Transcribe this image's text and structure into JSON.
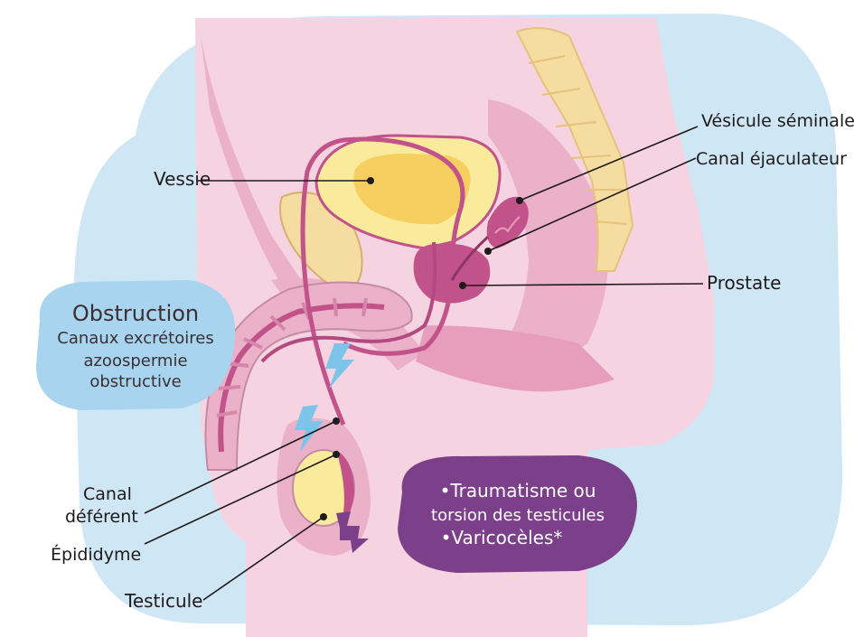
{
  "labels": {
    "vessie": "Vessie",
    "vesicule_seminale": "Vésicule séminale",
    "canal_ejaculateur": "Canal éjaculateur",
    "prostate": "Prostate",
    "canal_deferent_line1": "Canal",
    "canal_deferent_line2": "déférent",
    "epididyme": "Épididyme",
    "testicule": "Testicule"
  },
  "obstruction_bubble": {
    "line1": "Obstruction",
    "line2": "Canaux excrétoires",
    "line3": "azoospermie",
    "line4": "obstructive"
  },
  "causes_bubble": {
    "line1": "•Traumatisme ou",
    "line2": "torsion des testicules",
    "line3": "•Varicocèles*"
  },
  "colors": {
    "background_blue": "#cfe6f4",
    "skin_pink": "#f6d3e0",
    "tissue_pink": "#eab1c9",
    "organ_magenta": "#c2528a",
    "bladder_yellow": "#f7cf61",
    "bladder_rim": "#faeb9c",
    "spine": "#f5dca0",
    "obstruction_bubble": "#a8d4ef",
    "causes_bubble": "#7c3f8a",
    "lightning_blue": "#7cc4ea",
    "lightning_purple": "#7c3f8a"
  },
  "icons": [
    "lightning-blue-icon",
    "lightning-purple-icon"
  ]
}
